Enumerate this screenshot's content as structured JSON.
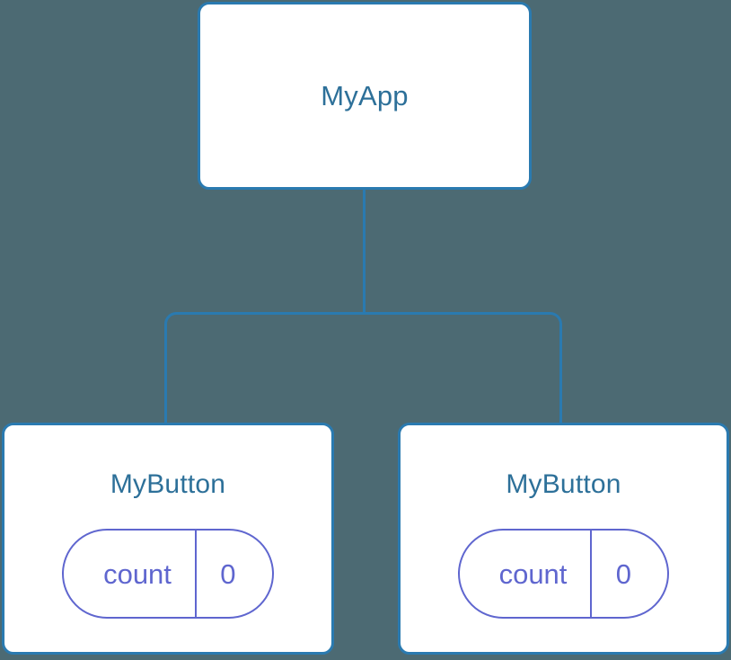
{
  "diagram": {
    "type": "component-tree",
    "background_color": "#4c6a73",
    "node_border_color": "#2a7ab0",
    "node_title_color": "#2d7099",
    "pill_color": "#5f66cf",
    "connector_color": "#2a7ab0"
  },
  "root": {
    "title": "MyApp"
  },
  "children": [
    {
      "title": "MyButton",
      "state": {
        "key": "count",
        "value": "0"
      }
    },
    {
      "title": "MyButton",
      "state": {
        "key": "count",
        "value": "0"
      }
    }
  ]
}
